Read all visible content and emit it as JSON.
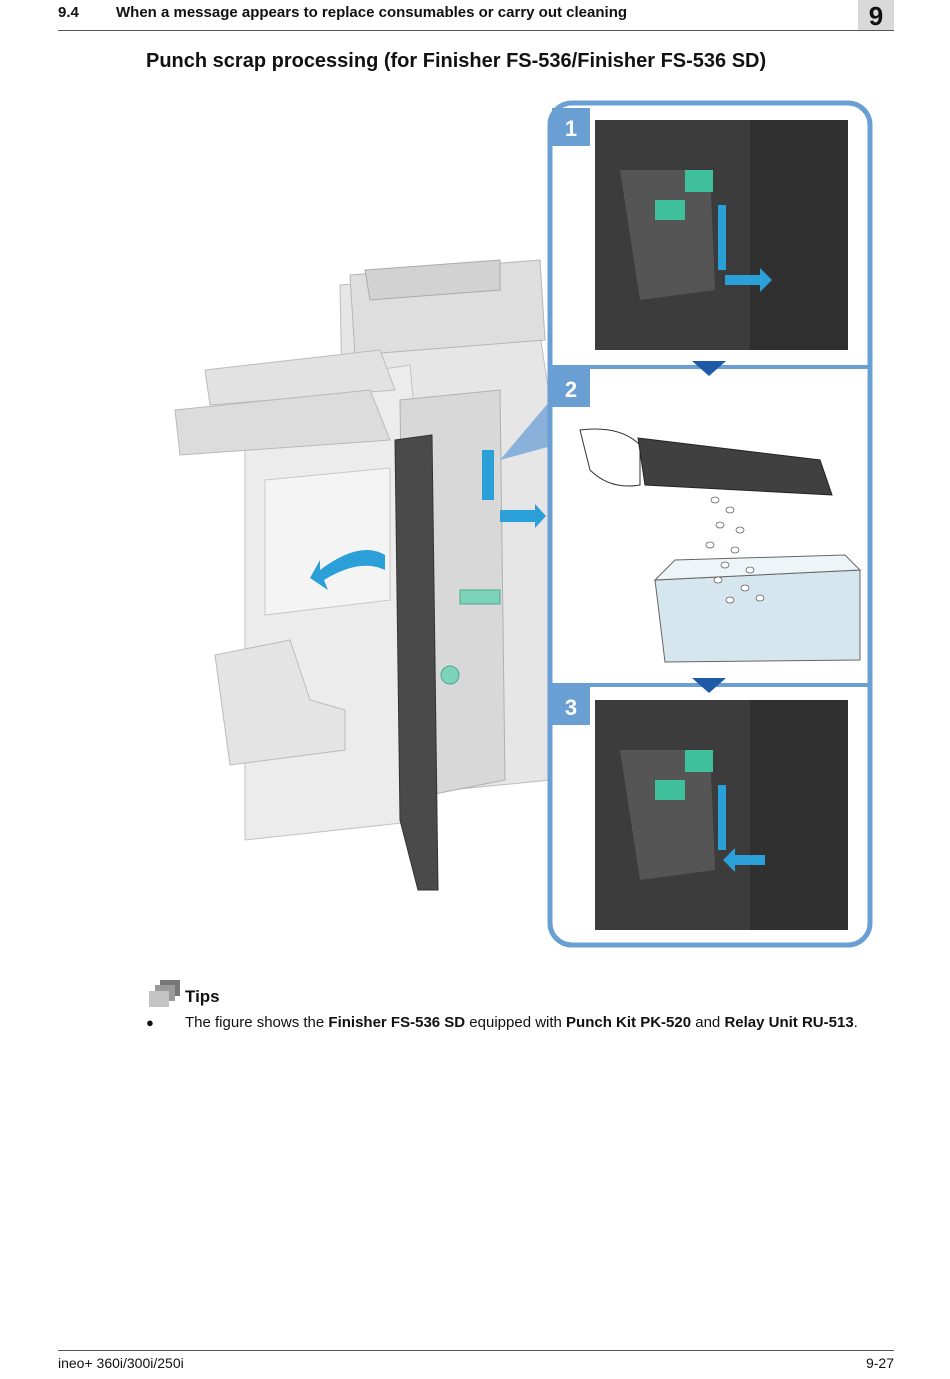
{
  "header": {
    "section_number": "9.4",
    "section_title": "When a message appears to replace consumables or carry out cleaning",
    "chapter": "9"
  },
  "page_title": "Punch scrap processing (for Finisher FS-536/Finisher FS-536 SD)",
  "figure": {
    "steps": [
      "1",
      "2",
      "3"
    ],
    "accent_color": "#6a9fd4",
    "arrow_color": "#2a9fd8"
  },
  "tips": {
    "label": "Tips",
    "item": {
      "t1": "The figure shows the ",
      "b1": "Finisher FS-536 SD",
      "t2": " equipped with ",
      "b2": "Punch Kit PK-520",
      "t3": " and ",
      "b3": "Relay Unit RU-513",
      "t4": "."
    }
  },
  "footer": {
    "model": "ineo+ 360i/300i/250i",
    "page": "9-27"
  }
}
